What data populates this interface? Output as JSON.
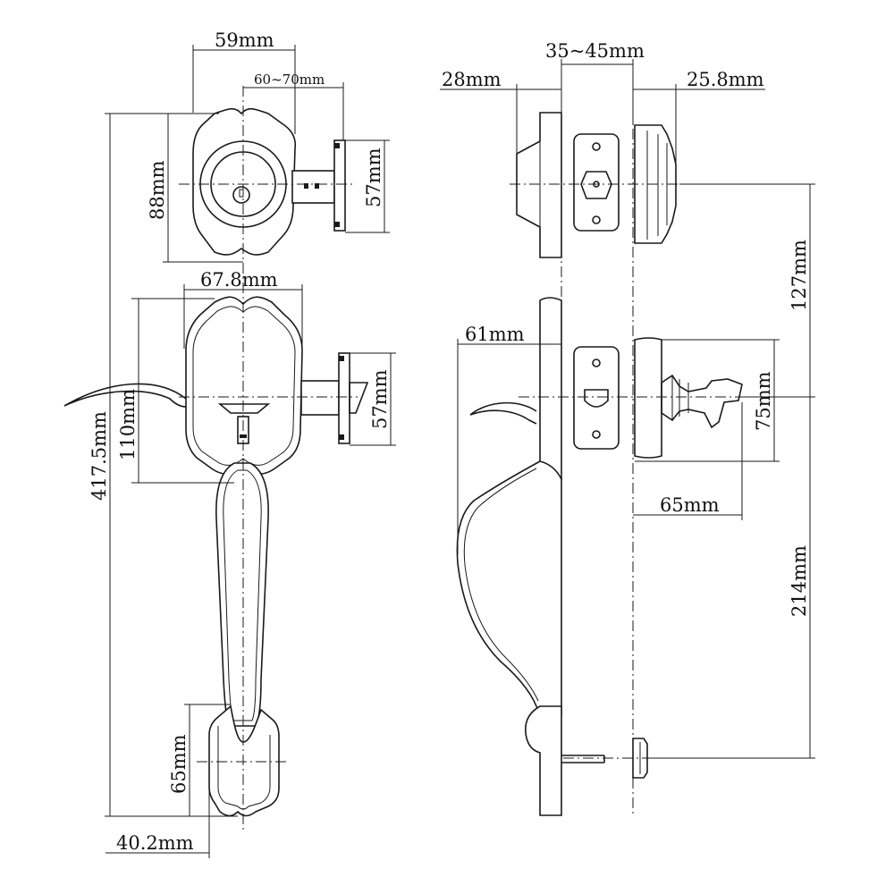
{
  "dimensions": {
    "front_deadbolt_width": "59mm",
    "backset_deadbolt": "60~70mm",
    "deadbolt_height": "88mm",
    "deadbolt_latch": "57mm",
    "handleset_width": "67.8mm",
    "handleset_latch": "57mm",
    "handle_plate_height": "110mm",
    "overall_height": "417.5mm",
    "bottom_plate_height": "65mm",
    "bottom_plate_width": "40.2mm",
    "door_thickness": "35~45mm",
    "deadbolt_exterior_projection": "28mm",
    "thumbturn_projection": "25.8mm",
    "deadbolt_to_lever_center": "127mm",
    "lever_projection": "61mm",
    "interior_rose": "75mm",
    "interior_knob_projection": "65mm",
    "lever_to_bottom": "214mm"
  }
}
